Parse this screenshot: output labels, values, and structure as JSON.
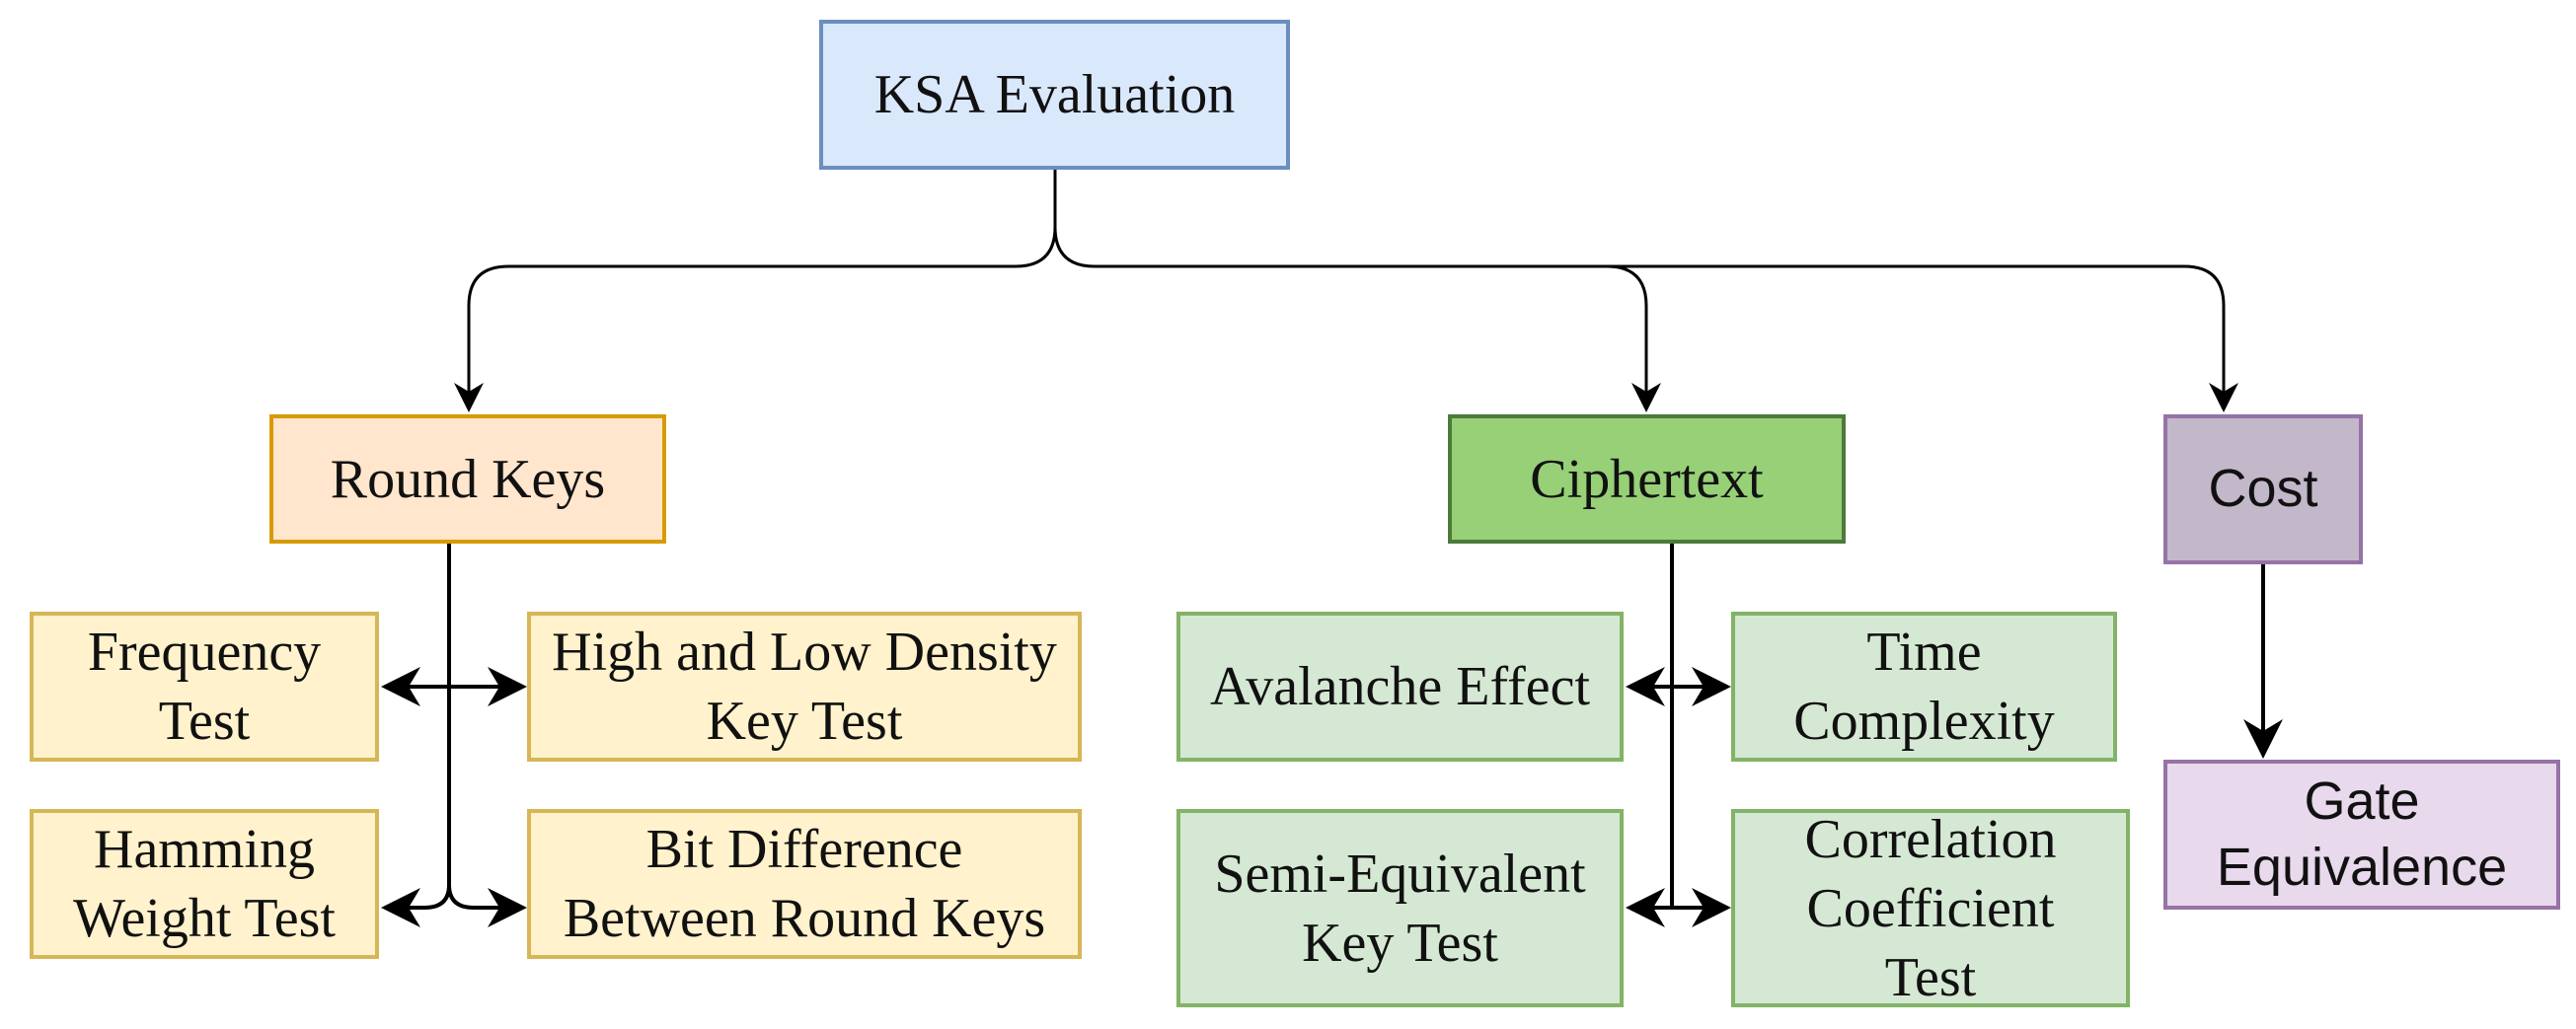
{
  "diagram": {
    "root": "KSA Evaluation",
    "categories": {
      "round_keys": "Round Keys",
      "ciphertext": "Ciphertext",
      "cost": "Cost"
    },
    "round_keys_tests": {
      "frequency": "Frequency\nTest",
      "high_low_density": "High and Low Density\nKey Test",
      "hamming_weight": "Hamming\nWeight Test",
      "bit_difference": "Bit Difference\nBetween Round Keys"
    },
    "ciphertext_tests": {
      "avalanche": "Avalanche Effect",
      "time_complexity": "Time\nComplexity",
      "semi_equivalent": "Semi-Equivalent\nKey Test",
      "correlation": "Correlation\nCoefficient\nTest"
    },
    "cost_items": {
      "gate_equivalence": "Gate\nEquivalence"
    }
  }
}
